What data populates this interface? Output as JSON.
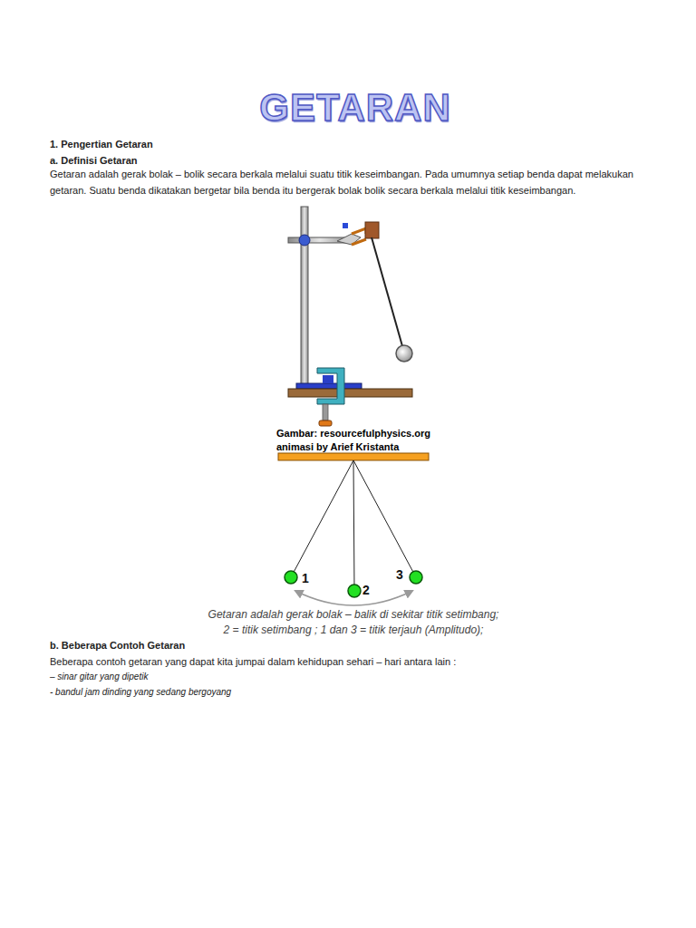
{
  "diagram": {
    "title": "GETARAN",
    "caption": "Getaran adalah gerak bolak – balik di sekitar titik setimbang;",
    "labels": [
      "1. Pengertian Getaran",
      "a. Definisi Getaran",
      "Getaran adalah gerak bolak – bolik secara berkala melalui suatu titik keseimbangan. Pada umumnya setiap benda dapat melakukan getaran. Suatu benda dikatakan bergetar bila benda itu bergerak bolak bolik secara berkala melalui titik keseimbangan.",
      "Gambar: resourcefulphysics.org",
      "animasi by Arief Kristanta",
      "1",
      "2",
      "3",
      "2 = titik setimbang ; 1 dan 3 = titik terjauh (Amplitudo);",
      "b. Beberapa Contoh Getaran",
      "Beberapa contoh getaran yang dapat kita jumpai dalam kehidupan sehari – hari antara lain :",
      "– sinar gitar yang dipetik",
      "- bandul jam dinding yang sedang bergoyang"
    ]
  }
}
